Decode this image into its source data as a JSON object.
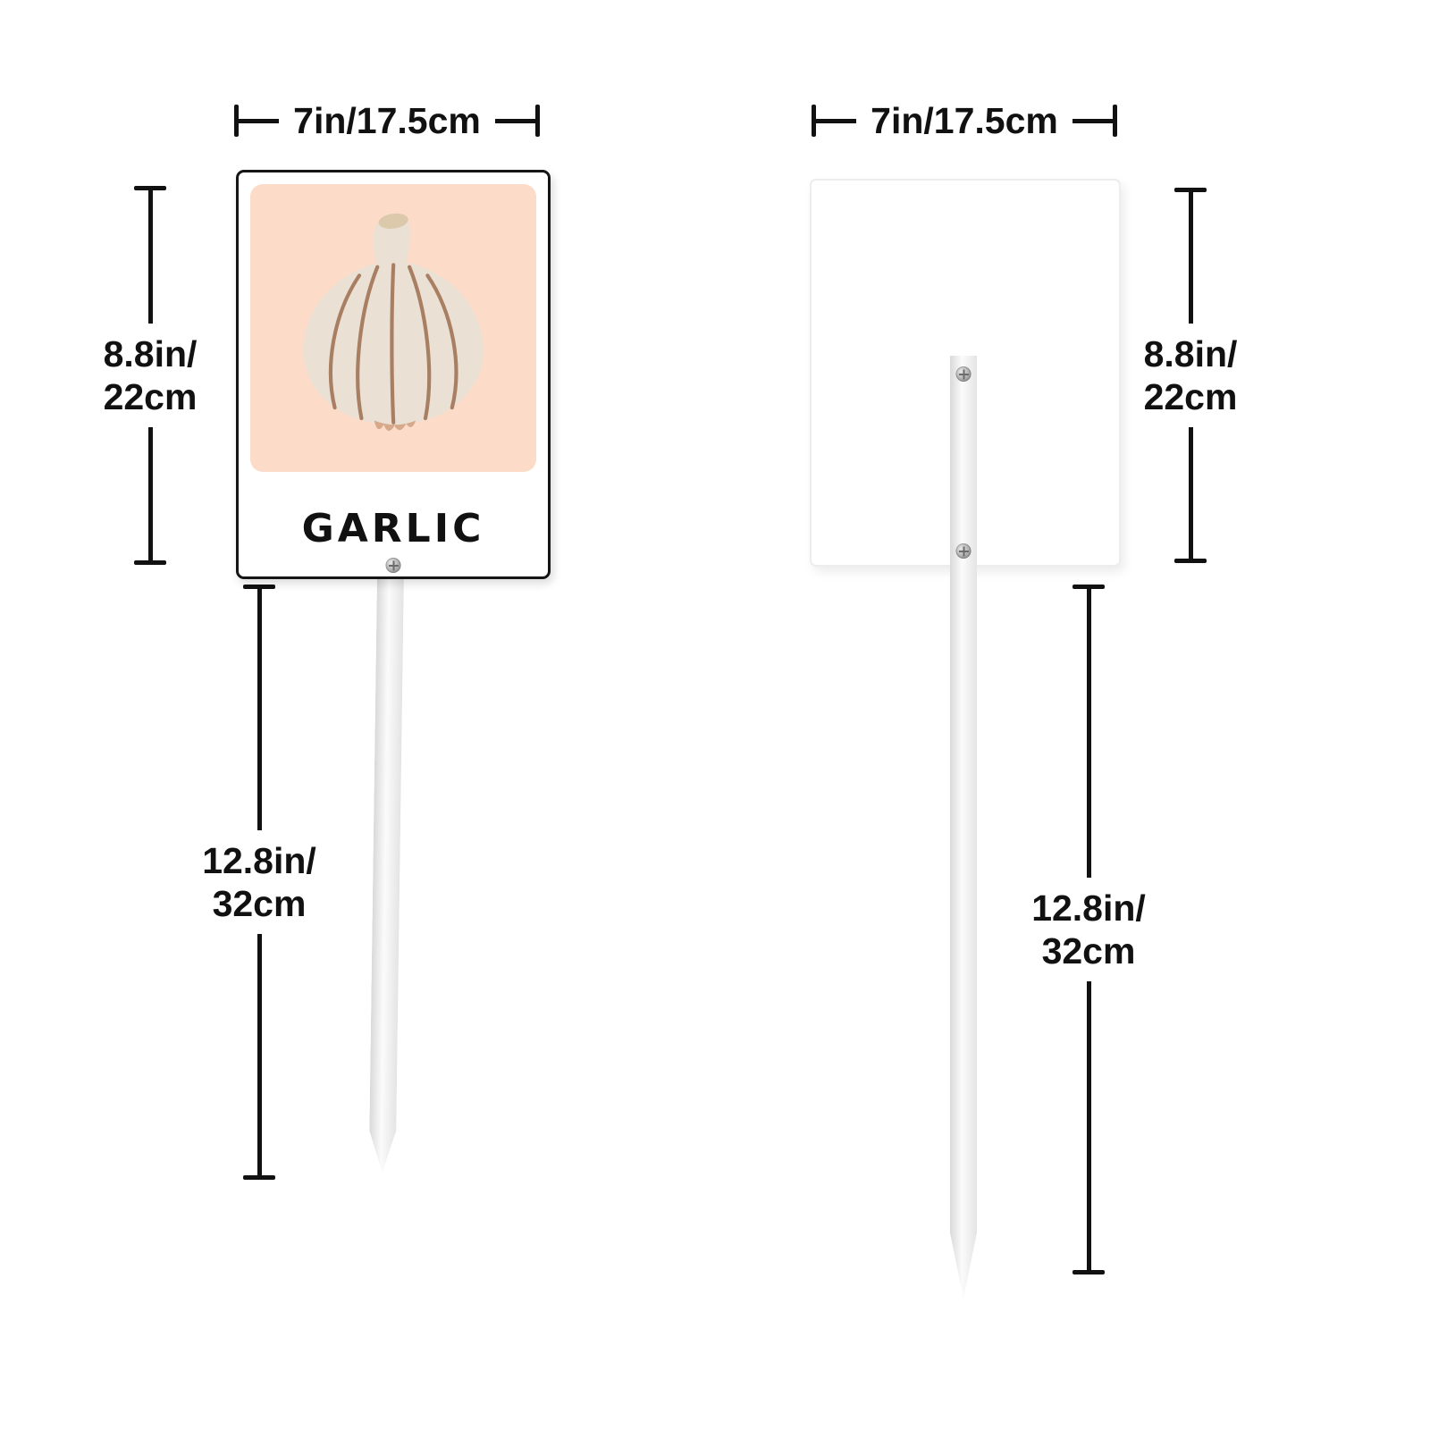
{
  "sign": {
    "label": "GARLIC"
  },
  "dimensions": {
    "width": "7in/17.5cm",
    "height": [
      "8.8in/",
      "22cm"
    ],
    "stake": [
      "12.8in/",
      "32cm"
    ]
  },
  "icons": {
    "garlic": "garlic-illustration",
    "screw": "screw-icon"
  },
  "colors": {
    "art_background": "#fcdcc8",
    "sign_border": "#151515",
    "dimension_lines": "#111111",
    "garlic_bulb": "#eae1d4",
    "garlic_lines": "#a97f63",
    "garlic_roots": "#d6a98b",
    "stake": "#f2f2f2"
  }
}
